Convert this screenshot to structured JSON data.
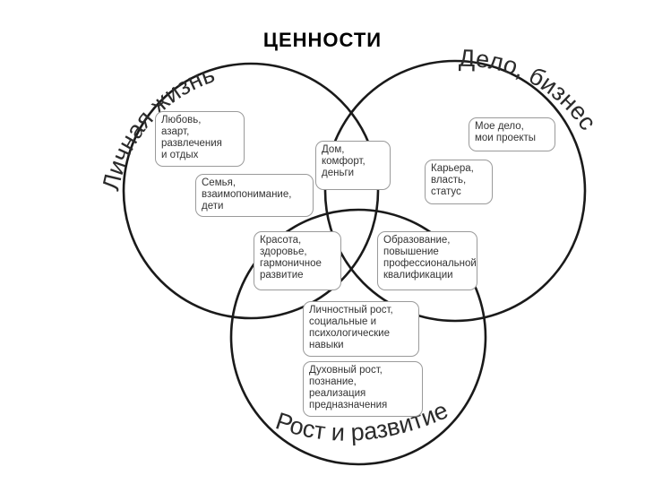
{
  "title": "ЦЕННОСТИ",
  "circles": {
    "personal": {
      "label": "Личная жизнь"
    },
    "business": {
      "label": "Дело, бизнес"
    },
    "growth": {
      "label": "Рост и развитие"
    }
  },
  "boxes": {
    "love": "Любовь,\nазарт,\nразвлечения\nи отдых",
    "family": "Семья,\nвзаимопонимание,\nдети",
    "home": "Дом,\nкомфорт,\nденьги",
    "my_business": "Мое дело,\nмои проекты",
    "career": "Карьера,\nвласть,\nстатус",
    "beauty": "Красота,\nздоровье,\nгармоничное\nразвитие",
    "education": "Образование,\nповышение\nпрофессиональной\nквалификации",
    "personal_growth": "Личностный рост,\nсоциальные и\nпсихологические\nнавыки",
    "spiritual_growth": "Духовный рост,\nпознание,\nреализация\nпредназначения"
  },
  "colors": {
    "stroke": "#1a1a1a",
    "box_border": "#9a9a9a",
    "text": "#2b2b2b"
  }
}
